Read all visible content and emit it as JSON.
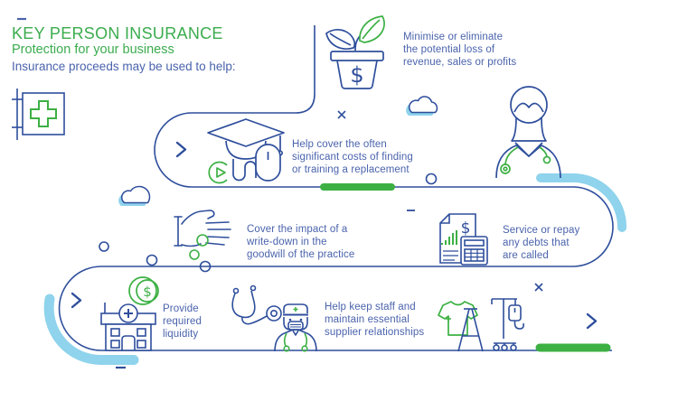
{
  "header": {
    "title": "KEY PERSON INSURANCE",
    "subtitle": "Protection for your business",
    "intro": "Insurance proceeds may be used to help:"
  },
  "benefits": [
    {
      "icon": "money-plant-icon",
      "text": "Minimise or eliminate\nthe potential loss of\nrevenue, sales or profits"
    },
    {
      "icon": "graduation-cap-icon",
      "text": "Help cover the often\nsignificant costs of finding\nor training a replacement"
    },
    {
      "icon": "hand-coins-icon",
      "text": "Cover the impact of a\nwrite-down in the\ngoodwill of the practice"
    },
    {
      "icon": "invoice-calculator-icon",
      "text": "Service or repay\nany debts that\nare called"
    },
    {
      "icon": "coin-hospital-icon",
      "text": "Provide\nrequired\nliquidity"
    },
    {
      "icon": "doctor-stethoscope-icon",
      "text": "Help keep staff and\nmaintain essential\nsupplier relationships"
    }
  ],
  "symbols": {
    "dollar": "$"
  },
  "colors": {
    "green": "#3CB043",
    "line_blue": "#2E4E9C",
    "text_blue": "#4A63AC",
    "light_blue": "#8FD3EC"
  },
  "icons": [
    "pharmacy-sign-icon",
    "money-plant-icon",
    "graduation-cap-icon",
    "play-video-icon",
    "computer-mouse-icon",
    "nurse-illustration",
    "hand-coins-icon",
    "invoice-calculator-icon",
    "coin-icon",
    "hospital-building-icon",
    "stethoscope-icon",
    "doctor-illustration",
    "scrubs-shirt-icon",
    "ladder-icon",
    "iv-stand-icon",
    "cloud-icon",
    "chevron-right-icon",
    "x-marker-icon",
    "dot-decoration",
    "progress-bar",
    "dash-decoration"
  ]
}
